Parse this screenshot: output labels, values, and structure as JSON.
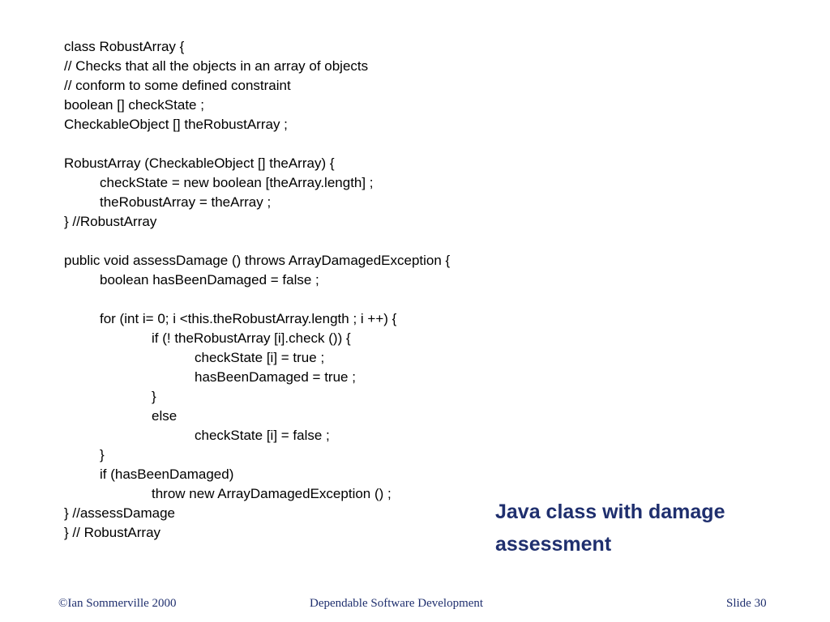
{
  "slide": {
    "code_lines": [
      "class RobustArray {",
      "// Checks that all the objects in an array of objects",
      "// conform to some defined constraint",
      "boolean [] checkState ;",
      "CheckableObject [] theRobustArray ;",
      "",
      "RobustArray (CheckableObject [] theArray) {",
      "checkState = new boolean [theArray.length] ;",
      "theRobustArray = theArray ;",
      "} //RobustArray",
      "",
      "public void assessDamage () throws ArrayDamagedException {",
      "boolean hasBeenDamaged = false ;",
      "",
      "for (int i= 0; i <this.theRobustArray.length ; i ++) {",
      "if (! theRobustArray [i].check ()) {",
      "checkState [i] = true ;",
      "hasBeenDamaged = true ;",
      "}",
      "else",
      "checkState [i] = false ;",
      "}",
      "if (hasBeenDamaged)",
      "throw new ArrayDamagedException () ;",
      "} //assessDamage",
      "} // RobustArray"
    ],
    "caption": "Java class with damage assessment"
  },
  "footer": {
    "copyright": "©Ian Sommerville 2000",
    "course": "Dependable Software Development",
    "slide_number": "Slide 30"
  },
  "colors": {
    "text": "#000000",
    "accent": "#1f2f6e",
    "background": "#ffffff"
  }
}
